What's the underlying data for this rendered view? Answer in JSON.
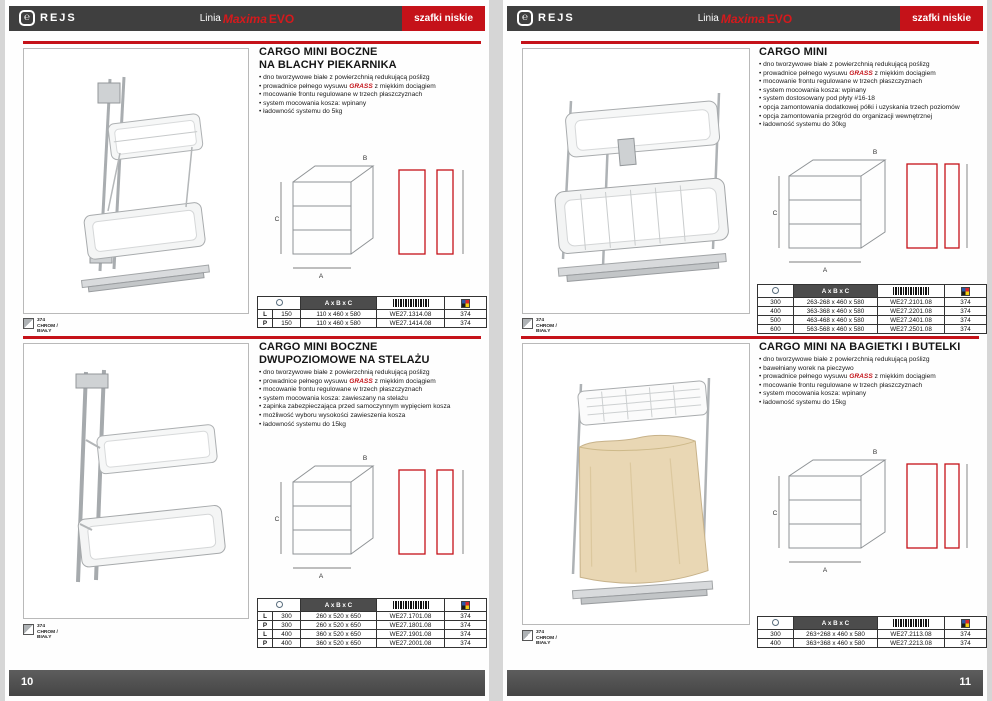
{
  "accent_color": "#c51219",
  "header_bg": "#3f3f3f",
  "pages": [
    {
      "page_number": "10",
      "header": {
        "brand": "REJS",
        "line_prefix": "Linia",
        "line_name": "Maxima",
        "line_suffix": "EVO",
        "badge": "szafki niskie"
      },
      "sections": [
        {
          "title_lines": [
            "CARGO MINI BOCZNE",
            "NA BLACHY PIEKARNIKA"
          ],
          "bullets": [
            "dno tworzywowe białe z powierzchnią redukującą poślizg",
            "prowadnice pełnego wysuwu GRASS z miękkim dociągiem",
            "mocowanie frontu regulowane w trzech płaszczyznach",
            "system mocowania kosza: wpinany",
            "ładowność systemu do 5kg"
          ],
          "drawing_labels": {
            "a": "A",
            "b": "B",
            "c": "C"
          },
          "color_chip": {
            "code": "374",
            "line1": "CHROM /",
            "line2": "BIAŁY"
          },
          "table": {
            "dims_header": "A x B x C",
            "rows": [
              {
                "side": "L",
                "w": "150",
                "dims": "110 x 460 x 580",
                "code": "WE27.1314.08",
                "color": "374"
              },
              {
                "side": "P",
                "w": "150",
                "dims": "110 x 460 x 580",
                "code": "WE27.1414.08",
                "color": "374"
              }
            ]
          }
        },
        {
          "title_lines": [
            "CARGO MINI BOCZNE",
            "DWUPOZIOMOWE NA STELAŻU"
          ],
          "bullets": [
            "dno tworzywowe białe z powierzchnią redukującą poślizg",
            "prowadnice pełnego wysuwu GRASS z miękkim dociągiem",
            "mocowanie frontu regulowane w trzech płaszczyznach",
            "system mocowania kosza: zawieszany na stelażu",
            "zapinka zabezpieczająca przed samoczynnym wypięciem kosza",
            "możliwość wyboru wysokości zawieszenia kosza",
            "ładowność systemu do 15kg"
          ],
          "drawing_labels": {
            "a": "A",
            "b": "B",
            "c": "C"
          },
          "color_chip": {
            "code": "374",
            "line1": "CHROM /",
            "line2": "BIAŁY"
          },
          "table": {
            "dims_header": "A x B x C",
            "rows": [
              {
                "side": "L",
                "w": "300",
                "dims": "260 x 520 x 650",
                "code": "WE27.1701.08",
                "color": "374"
              },
              {
                "side": "P",
                "w": "300",
                "dims": "260 x 520 x 650",
                "code": "WE27.1801.08",
                "color": "374"
              },
              {
                "side": "L",
                "w": "400",
                "dims": "360 x 520 x 650",
                "code": "WE27.1901.08",
                "color": "374"
              },
              {
                "side": "P",
                "w": "400",
                "dims": "360 x 520 x 650",
                "code": "WE27.2001.08",
                "color": "374"
              }
            ]
          }
        }
      ]
    },
    {
      "page_number": "11",
      "header": {
        "brand": "REJS",
        "line_prefix": "Linia",
        "line_name": "Maxima",
        "line_suffix": "EVO",
        "badge": "szafki niskie"
      },
      "sections": [
        {
          "title_lines": [
            "CARGO MINI"
          ],
          "bullets": [
            "dno tworzywowe białe z powierzchnią redukującą poślizg",
            "prowadnice pełnego wysuwu GRASS z miękkim dociągiem",
            "mocowanie frontu regulowane w trzech płaszczyznach",
            "system mocowania kosza: wpinany",
            "system dostosowany pod płyty #16-18",
            "opcja zamontowania dodatkowej półki i uzyskania trzech poziomów",
            "opcja zamontowania przegród do organizacji wewnętrznej",
            "ładowność systemu do 30kg"
          ],
          "drawing_labels": {
            "a": "A",
            "b": "B",
            "c": "C"
          },
          "color_chip": {
            "code": "374",
            "line1": "CHROM /",
            "line2": "BIAŁY"
          },
          "table": {
            "dims_header": "A x B x C",
            "rows": [
              {
                "w": "300",
                "dims": "263-268 x 460 x 580",
                "code": "WE27.2101.08",
                "color": "374"
              },
              {
                "w": "400",
                "dims": "363-368 x 460 x 580",
                "code": "WE27.2201.08",
                "color": "374"
              },
              {
                "w": "500",
                "dims": "463-468 x 460 x 580",
                "code": "WE27.2401.08",
                "color": "374"
              },
              {
                "w": "600",
                "dims": "563-568 x 460 x 580",
                "code": "WE27.2501.08",
                "color": "374"
              }
            ]
          }
        },
        {
          "title_lines": [
            "CARGO MINI NA BAGIETKI I BUTELKI"
          ],
          "bullets": [
            "dno tworzywowe białe z powierzchnią redukującą poślizg",
            "bawełniany worek na pieczywo",
            "prowadnice pełnego wysuwu GRASS z miękkim dociągiem",
            "mocowanie frontu regulowane w trzech płaszczyznach",
            "system mocowania kosza: wpinany",
            "ładowność systemu do 15kg"
          ],
          "drawing_labels": {
            "a": "A",
            "b": "B",
            "c": "C"
          },
          "color_chip": {
            "code": "374",
            "line1": "CHROM /",
            "line2": "BIAŁY"
          },
          "table": {
            "dims_header": "A x B x C",
            "rows": [
              {
                "w": "300",
                "dims": "263÷268 x 460 x 580",
                "code": "WE27.2113.08",
                "color": "374"
              },
              {
                "w": "400",
                "dims": "363÷368 x 460 x 580",
                "code": "WE27.2213.08",
                "color": "374"
              }
            ]
          }
        }
      ]
    }
  ]
}
